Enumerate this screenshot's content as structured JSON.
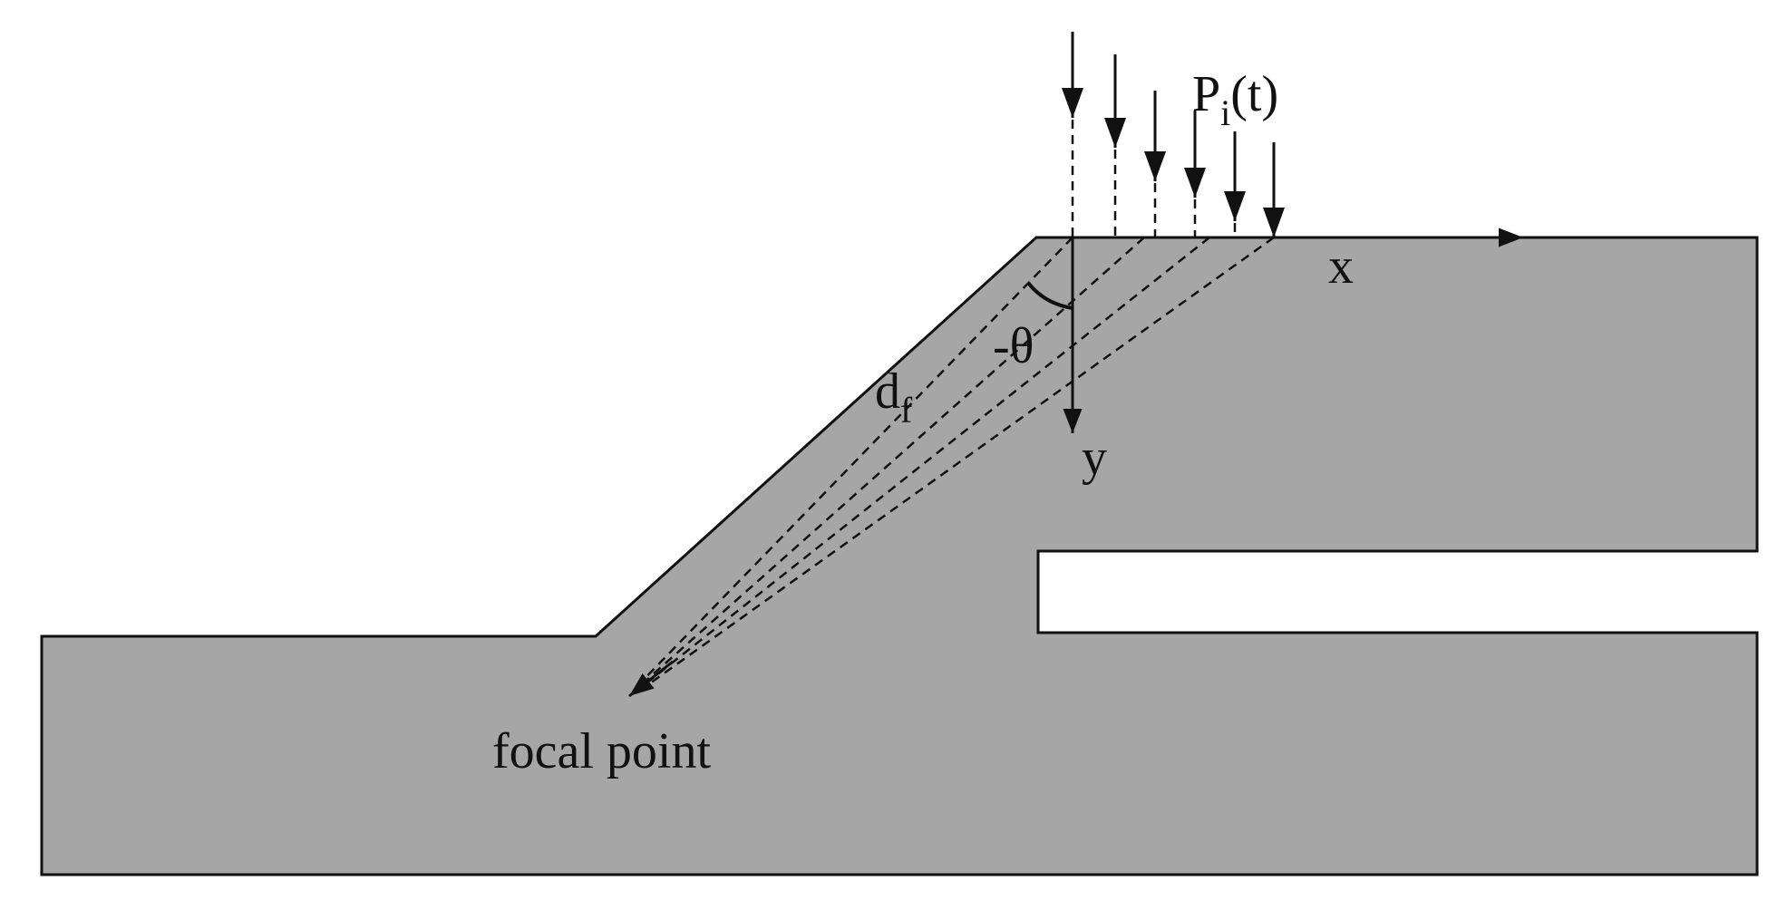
{
  "labels": {
    "pressure_main": "P",
    "pressure_sub": "i",
    "pressure_arg": "(t)",
    "x_axis": "x",
    "y_axis": "y",
    "angle": "-θ",
    "distance_main": "d",
    "distance_sub": "f",
    "focal_point": "focal point"
  },
  "colors": {
    "solid": "#a6a6a6",
    "outline": "#111111",
    "background": "#ffffff"
  }
}
